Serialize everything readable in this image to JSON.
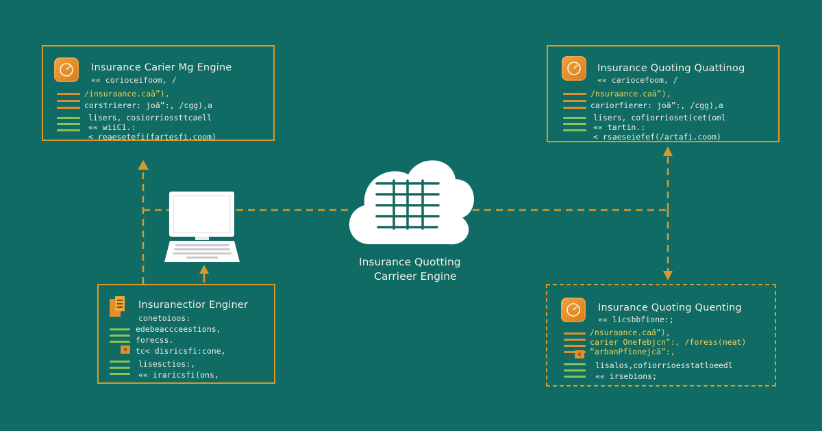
{
  "colors": {
    "background": "#0f6b63",
    "accent_orange": "#d99a2b",
    "code_yellow": "#f0d25a",
    "code_green": "#8bc456",
    "cloud_white": "#ffffff",
    "grid_teal": "#14695f"
  },
  "icons": {
    "orange_badge": "gauge-badge-icon",
    "document": "document-icon",
    "laptop": "laptop-icon",
    "cloud": "cloud-table-icon"
  },
  "panels": {
    "top_left": {
      "title": "Insurance Carier Mg Engine",
      "subtitle": "«« corioceifoom, /",
      "lines": [
        "/insuraance.caä”),",
        "corstrierer: joä”:, /cgg),a",
        "lisers, cosiorriossttcaell",
        "««   wiiC1.:",
        "<    reaesetefi(fartesfi.coom)"
      ]
    },
    "top_right": {
      "title": "Insurance Quoting Quattinog",
      "subtitle": "«« cariocefoom, /",
      "lines": [
        "/nsuraance.caä”),",
        "cariorfierer: joä”:, /cgg),a",
        "lisers, cofiorrioset(cet(oml",
        "««   tartin.:",
        "<    rsaeseiefef(/artafi.coom)"
      ]
    },
    "bottom_left": {
      "title": "Insuranectior Enginer",
      "subtitle": "conetoioos:",
      "lines": [
        "edebeaccceestions,",
        "forecss.",
        "tc<  disricsfi:cone,",
        "lisesctios:,",
        "««  iraricsfi(ons,"
      ]
    },
    "bottom_right": {
      "title": "Insurance Quoting Quenting",
      "subtitle": "««   licsbbfione:;",
      "lines": [
        "/nsuraance.caä”),",
        "carier Onefebjcn”:, /foress(neat)",
        "“arbanPfionejcä”:,",
        "lisalos,cofiorrioesstatloeedl",
        "««   irsebions;"
      ]
    }
  },
  "center": {
    "label_line1": "Insurance Quotting",
    "label_line2": "Carrieer Engine"
  }
}
